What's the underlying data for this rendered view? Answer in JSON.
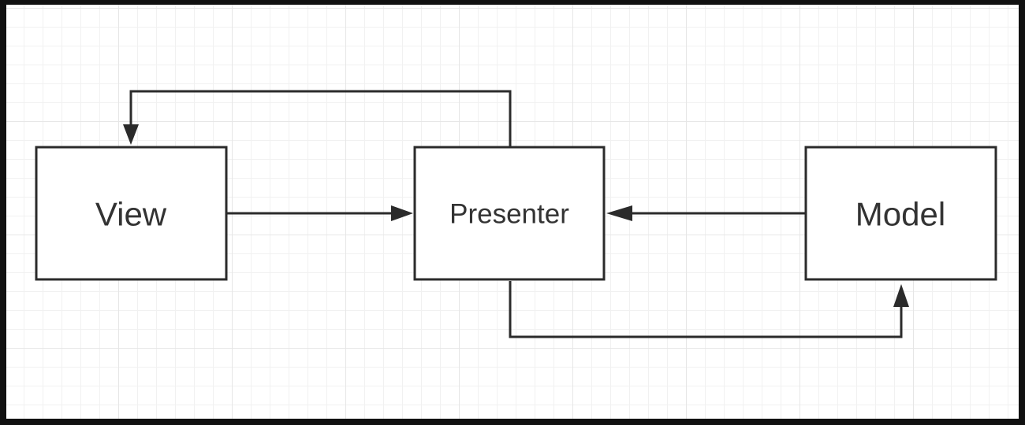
{
  "diagram": {
    "nodes": {
      "view": {
        "label": "View"
      },
      "presenter": {
        "label": "Presenter"
      },
      "model": {
        "label": "Model"
      }
    },
    "edges": [
      {
        "from": "view",
        "to": "presenter"
      },
      {
        "from": "presenter",
        "to": "view"
      },
      {
        "from": "model",
        "to": "presenter"
      },
      {
        "from": "presenter",
        "to": "model"
      }
    ]
  },
  "colors": {
    "stroke": "#2b2b2b",
    "background": "#ffffff",
    "frame": "#111111",
    "grid": "#e6e6e6"
  }
}
